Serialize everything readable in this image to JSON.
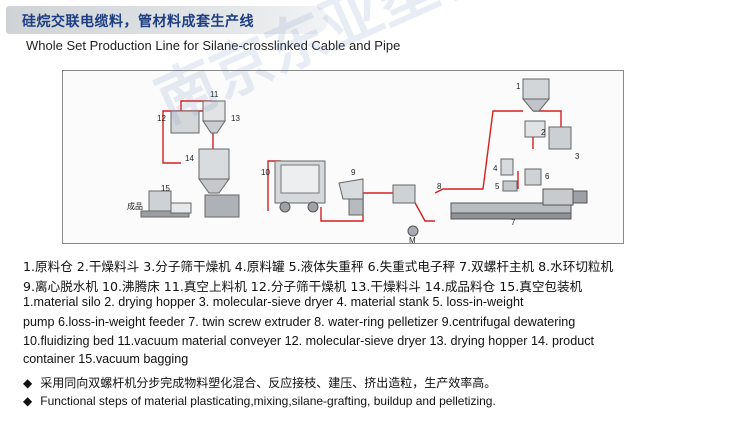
{
  "header": {
    "title_cn": "硅烷交联电缆料，管材料成套生产线",
    "title_en": "Whole Set Production Line for Silane-crosslinked Cable and Pipe"
  },
  "diagram": {
    "callouts": [
      "1",
      "2",
      "3",
      "4",
      "5",
      "6",
      "7",
      "8",
      "9",
      "10",
      "11",
      "12",
      "13",
      "14",
      "15",
      "M"
    ],
    "product_label": "成品",
    "flow_color": "#d42020"
  },
  "legend": {
    "cn_line1": "1.原料仓  2.干燥料斗  3.分子筛干燥机  4.原料罐  5.液体失重秤  6.失重式电子秤  7.双螺杆主机  8.水环切粒机",
    "cn_line2": "9.离心脱水机  10.沸腾床  11.真空上料机  12.分子筛干燥机  13.干燥料斗  14.成品料仓  15.真空包装机",
    "en_line1": "1.material silo      2. drying hopper      3. molecular-sieve dryer      4. material stank      5. loss-in-weight",
    "en_line2": "pump   6.loss-in-weight feeder     7. twin screw extruder    8. water-ring pelletizer   9.centrifugal dewatering",
    "en_line3": "10.fluidizing bed    11.vacuum material conveyer    12. molecular-sieve dryer    13. drying hopper    14. product",
    "en_line4": "container      15.vacuum bagging"
  },
  "notes": {
    "bullet": "◆",
    "cn": "采用同向双螺杆机分步完成物料塑化混合、反应接枝、建压、挤出造粒，生产效率高。",
    "en": "Functional steps of material plasticating,mixing,silane-grafting, buildup and pelletizing."
  },
  "watermark": "南京东亚塑料装备"
}
